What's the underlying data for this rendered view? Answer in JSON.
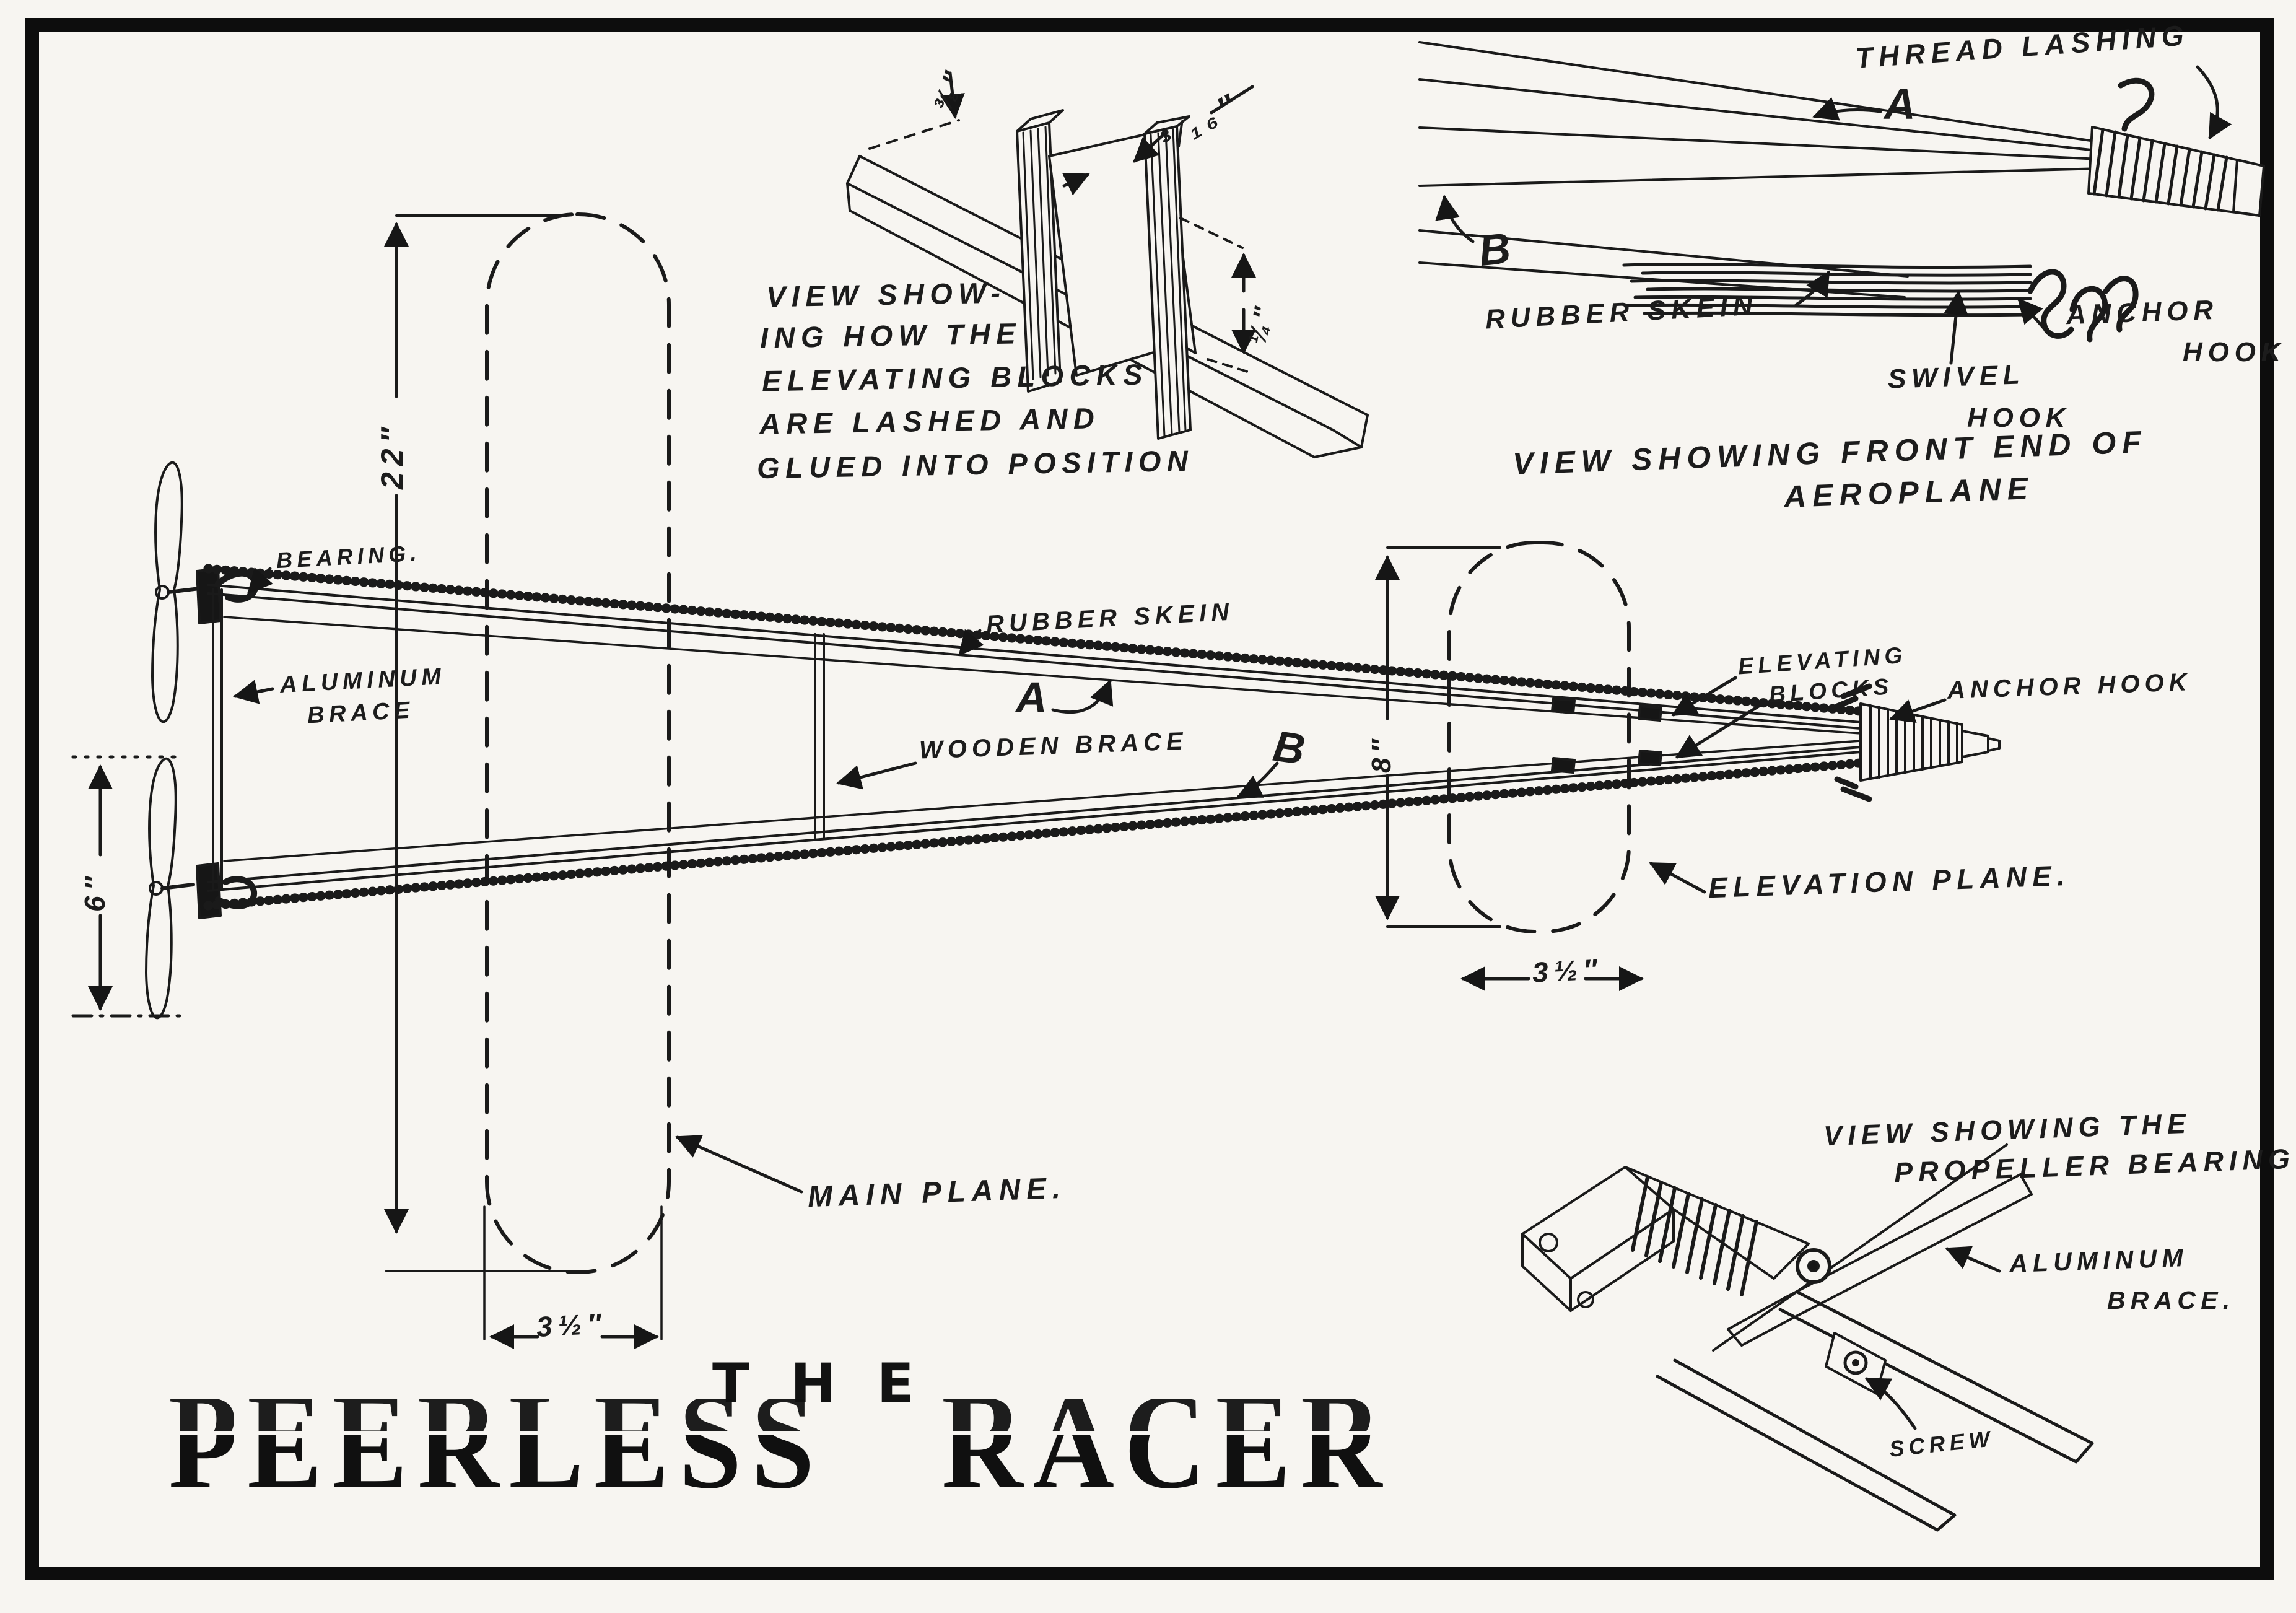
{
  "detail_lashing": {
    "caption_lines": [
      "VIEW SHOW-",
      "ING HOW THE",
      "ELEVATING BLOCKS",
      "ARE  LASHED  AND",
      "GLUED  INTO  POSITION"
    ],
    "dim_three_eighths": "⅜″",
    "dim_three_sixteenths": "³⁄₁₆″",
    "dim_quarter": "¼″"
  },
  "detail_front_end": {
    "label_thread_lashing": "THREAD LASHING",
    "label_a": "A",
    "label_b": "B",
    "label_rubber_skein": "RUBBER  SKEIN",
    "label_swivel_line1": "SWIVEL",
    "label_swivel_line2": "HOOK",
    "label_anchor_line1": "ANCHOR",
    "label_anchor_line2": "HOOK",
    "caption_line1": "VIEW SHOWING FRONT END  OF",
    "caption_line2": "AEROPLANE"
  },
  "main_view": {
    "label_bearing": "BEARING.",
    "label_aluminum_line1": "ALUMINUM",
    "label_aluminum_line2": "BRACE",
    "label_rubber_skein": "RUBBER  SKEIN",
    "label_a": "A",
    "label_wooden_brace": "WOODEN  BRACE",
    "label_b": "B",
    "label_elevating_line1": "ELEVATING",
    "label_elevating_line2": "BLOCKS",
    "label_anchor_hook": "ANCHOR  HOOK",
    "label_elevation_plane": "ELEVATION  PLANE.",
    "label_main_plane": "MAIN  PLANE.",
    "dim_main_plane_length": "22″",
    "dim_propeller_length": "6″",
    "dim_elevation_plane_height": "8″",
    "dim_elevation_plane_width": "3½″",
    "dim_main_plane_width": "3½″"
  },
  "detail_propeller_bearing": {
    "caption_line1": "VIEW SHOWING THE",
    "caption_line2": "PROPELLER BEARING",
    "label_aluminum_line1": "ALUMINUM",
    "label_aluminum_line2": "BRACE.",
    "label_screw": "SCREW"
  },
  "title": {
    "the": "THE",
    "name": "PEERLESS RACER"
  }
}
